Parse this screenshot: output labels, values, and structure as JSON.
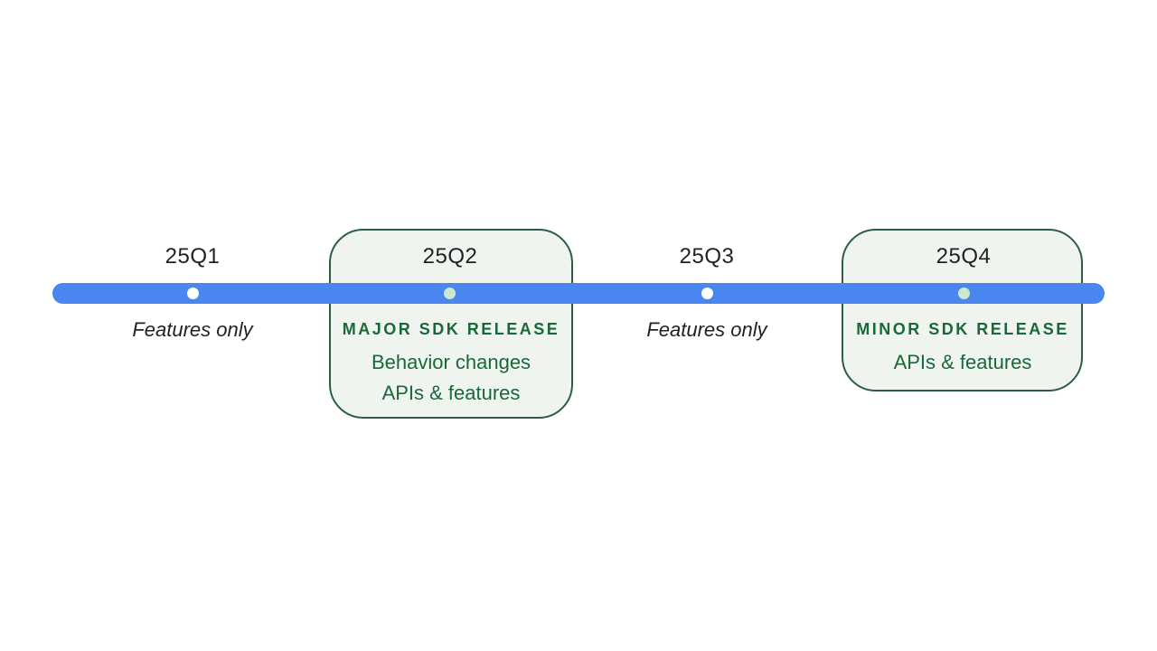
{
  "diagram": {
    "type": "timeline",
    "orientation": "horizontal",
    "colors": {
      "background": "#ffffff",
      "bar_blue": "#4a86f0",
      "box_fill": "#f0f4ef",
      "box_border_green": "#2e5c40",
      "text_green": "#17693a",
      "text_black": "#1f2124",
      "dot_white": "#ffffff",
      "dot_pale_green": "#cfe8cc"
    },
    "quarters": [
      {
        "label": "25Q1",
        "marker": "white-dot",
        "boxed": false,
        "note": "Features only"
      },
      {
        "label": "25Q2",
        "marker": "pale-green-dot",
        "boxed": true,
        "heading": "MAJOR SDK RELEASE",
        "lines": [
          "Behavior changes",
          "APIs & features"
        ]
      },
      {
        "label": "25Q3",
        "marker": "white-dot",
        "boxed": false,
        "note": "Features only"
      },
      {
        "label": "25Q4",
        "marker": "pale-green-dot",
        "boxed": true,
        "heading": "MINOR SDK RELEASE",
        "lines": [
          "APIs & features"
        ]
      }
    ]
  }
}
